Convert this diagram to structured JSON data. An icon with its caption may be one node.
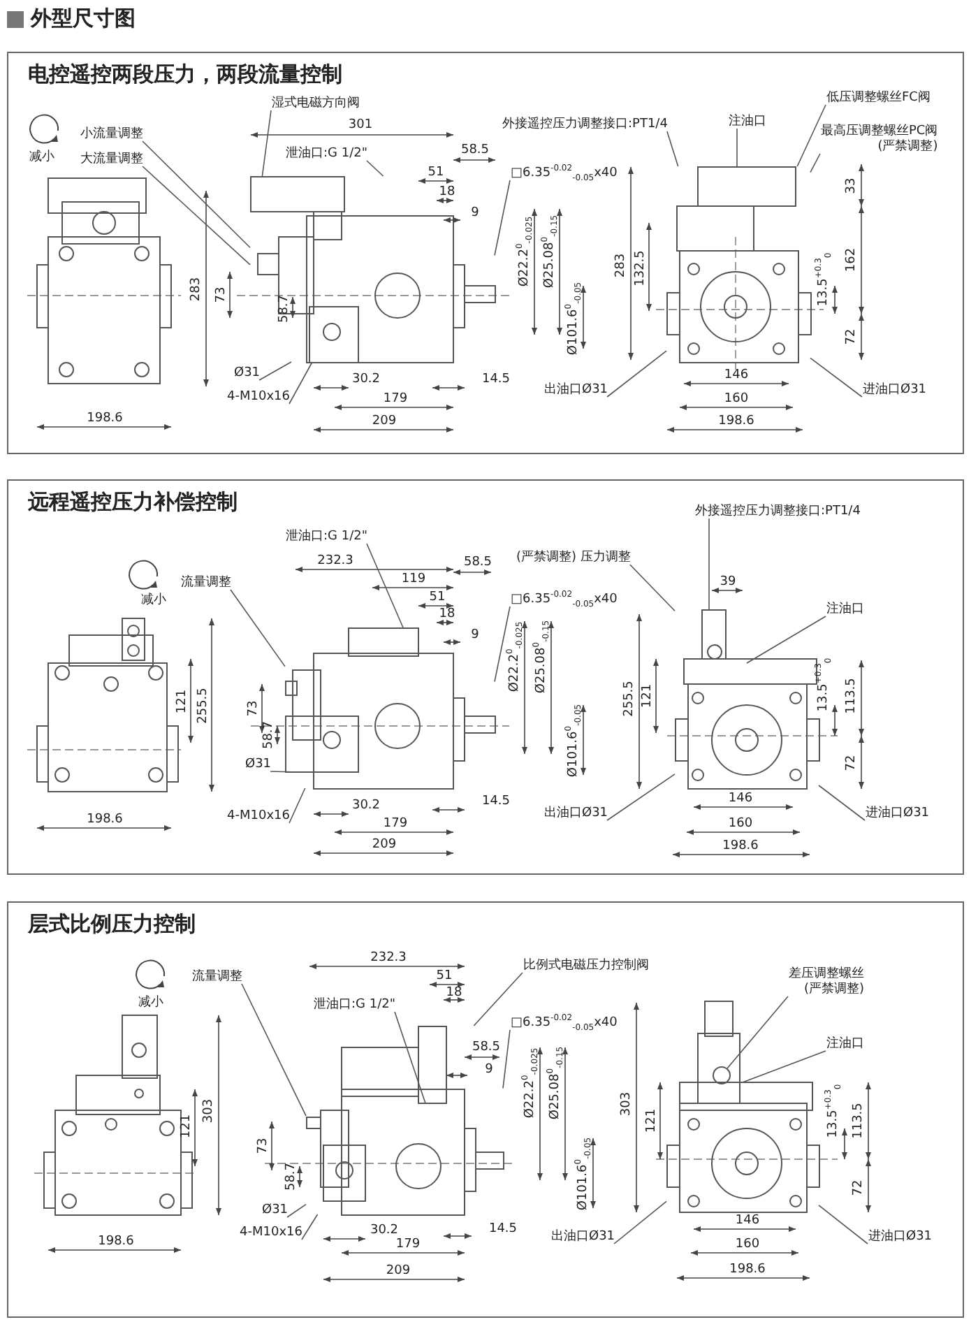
{
  "diagram": {
    "title": "外型尺寸图",
    "nodes": [
      {
        "text": [
          "电控遥控两段压力，两段流量控制"
        ]
      },
      {
        "text": [
          "小流量调整"
        ],
        "in": 0
      },
      {
        "text": [
          "大流量调整"
        ],
        "in": 0
      },
      {
        "text": [
          "湿式电磁方向阀"
        ],
        "in": 0
      },
      {
        "text": [
          "泄油口:G 1/2\""
        ],
        "in": 0
      },
      {
        "text": [
          "Ø31"
        ],
        "in": 0
      },
      {
        "text": [
          "4-M10x16"
        ],
        "in": 0
      },
      {
        "text": [
          "□6.35$^{-0.02}$$_{-0.05}$x40"
        ],
        "in": 0
      },
      {
        "text": [
          "外接遥控压力调整接口:PT1/4"
        ],
        "in": 0
      },
      {
        "text": [
          "注油口"
        ],
        "in": 0
      },
      {
        "text": [
          "低压调整螺丝FC阀"
        ],
        "in": 0
      },
      {
        "text": [
          "最高压调整螺丝PC阀",
          "(严禁调整)"
        ],
        "in": 0
      },
      {
        "text": [
          "出油口Ø31"
        ],
        "in": 0
      },
      {
        "text": [
          "进油口Ø31"
        ],
        "in": 0
      },
      {
        "text": [
          "远程遥控压力补偿控制"
        ]
      },
      {
        "text": [
          "流量调整"
        ],
        "in": 14
      },
      {
        "text": [
          "泄油口:G 1/2\""
        ],
        "in": 14
      },
      {
        "text": [
          "Ø31"
        ],
        "in": 14
      },
      {
        "text": [
          "4-M10x16"
        ],
        "in": 14
      },
      {
        "text": [
          "□6.35$^{-0.02}$$_{-0.05}$x40"
        ],
        "in": 14
      },
      {
        "text": [
          "(严禁调整) 压力调整"
        ],
        "in": 14
      },
      {
        "text": [
          "外接遥控压力调整接口:PT1/4"
        ],
        "in": 14
      },
      {
        "text": [
          "注油口"
        ],
        "in": 14
      },
      {
        "text": [
          "出油口Ø31"
        ],
        "in": 14
      },
      {
        "text": [
          "进油口Ø31"
        ],
        "in": 14
      },
      {
        "text": [
          "层式比例压力控制"
        ]
      },
      {
        "text": [
          "流量调整"
        ],
        "in": 25
      },
      {
        "text": [
          "泄油口:G 1/2\""
        ],
        "in": 25
      },
      {
        "text": [
          "比例式电磁压力控制阀"
        ],
        "in": 25
      },
      {
        "text": [
          "Ø31"
        ],
        "in": 25
      },
      {
        "text": [
          "4-M10x16"
        ],
        "in": 25
      },
      {
        "text": [
          "□6.35$^{-0.02}$$_{-0.05}$x40"
        ],
        "in": 25
      },
      {
        "text": [
          "差压调整螺丝",
          "(严禁调整)"
        ],
        "in": 25
      },
      {
        "text": [
          "注油口"
        ],
        "in": 25
      },
      {
        "text": [
          "出油口Ø31"
        ],
        "in": 25
      },
      {
        "text": [
          "进油口Ø31"
        ],
        "in": 25
      },
      {
        "text": [],
        "shape": "picture",
        "in": 0
      },
      {
        "text": [],
        "shape": "picture",
        "in": 0
      },
      {
        "text": [],
        "shape": "picture",
        "in": 0
      },
      {
        "text": [],
        "shape": "picture",
        "in": 14
      },
      {
        "text": [],
        "shape": "picture",
        "in": 14
      },
      {
        "text": [],
        "shape": "picture",
        "in": 14
      },
      {
        "text": [],
        "shape": "picture",
        "in": 25
      },
      {
        "text": [],
        "shape": "picture",
        "in": 25
      },
      {
        "text": [],
        "shape": "picture",
        "in": 25
      }
    ],
    "edges": [
      {
        "from": 1,
        "to": 37,
        "arrow": "none"
      },
      {
        "from": 2,
        "to": 37,
        "arrow": "none"
      },
      {
        "from": 3,
        "to": 37,
        "arrow": "none"
      },
      {
        "from": 4,
        "to": 37,
        "arrow": "none"
      },
      {
        "from": 5,
        "to": 37,
        "arrow": "none"
      },
      {
        "from": 6,
        "to": 37,
        "arrow": "none"
      },
      {
        "from": 7,
        "to": 37,
        "arrow": "none"
      },
      {
        "from": 8,
        "to": 38,
        "arrow": "none"
      },
      {
        "from": 9,
        "to": 38,
        "arrow": "none"
      },
      {
        "from": 10,
        "to": 38,
        "arrow": "none"
      },
      {
        "from": 11,
        "to": 38,
        "arrow": "none"
      },
      {
        "from": 12,
        "to": 38,
        "arrow": "none"
      },
      {
        "from": 13,
        "to": 38,
        "arrow": "none"
      },
      {
        "from": 15,
        "to": 40,
        "arrow": "none"
      },
      {
        "from": 16,
        "to": 40,
        "arrow": "none"
      },
      {
        "from": 17,
        "to": 40,
        "arrow": "none"
      },
      {
        "from": 18,
        "to": 40,
        "arrow": "none"
      },
      {
        "from": 19,
        "to": 40,
        "arrow": "none"
      },
      {
        "from": 20,
        "to": 41,
        "arrow": "none"
      },
      {
        "from": 21,
        "to": 41,
        "arrow": "none"
      },
      {
        "from": 22,
        "to": 41,
        "arrow": "none"
      },
      {
        "from": 23,
        "to": 41,
        "arrow": "none"
      },
      {
        "from": 24,
        "to": 41,
        "arrow": "none"
      },
      {
        "from": 26,
        "to": 43,
        "arrow": "none"
      },
      {
        "from": 27,
        "to": 43,
        "arrow": "none"
      },
      {
        "from": 28,
        "to": 43,
        "arrow": "none"
      },
      {
        "from": 29,
        "to": 43,
        "arrow": "none"
      },
      {
        "from": 30,
        "to": 43,
        "arrow": "none"
      },
      {
        "from": 31,
        "to": 43,
        "arrow": "none"
      },
      {
        "from": 32,
        "to": 44,
        "arrow": "none"
      },
      {
        "from": 33,
        "to": 44,
        "arrow": "none"
      },
      {
        "from": 34,
        "to": 44,
        "arrow": "none"
      },
      {
        "from": 35,
        "to": 44,
        "arrow": "none"
      }
    ],
    "labels": [
      "减小",
      "301",
      "58.5",
      "51",
      "18",
      "9",
      "Ø22.2$^{0}$$_{-0.025}$",
      "Ø25.08$^{0}$$_{-0.15}$",
      "33",
      "283",
      "283",
      "132.5",
      "162",
      "73",
      "13.5$^{+0.3}$$_{0}$",
      "58.7",
      "Ø101.6$^{0}$$_{-0.05}$",
      "72",
      "30.2",
      "14.5",
      "146",
      "179",
      "160",
      "198.6",
      "209",
      "198.6",
      "减小",
      "232.3",
      "58.5",
      "119",
      "39",
      "51",
      "18",
      "255.5",
      "255.5",
      "9",
      "Ø22.2$^{0}$$_{-0.025}$",
      "Ø25.08$^{0}$$_{-0.15}$",
      "121",
      "121",
      "113.5",
      "13.5$^{+0.3}$$_{0}$",
      "73",
      "58.7",
      "Ø101.6$^{0}$$_{-0.05}$",
      "72",
      "30.2",
      "14.5",
      "146",
      "198.6",
      "179",
      "160",
      "209",
      "198.6",
      "232.3",
      "减小",
      "51",
      "18",
      "58.5",
      "9",
      "303",
      "303",
      "Ø22.2$^{0}$$_{-0.025}$",
      "Ø25.08$^{0}$$_{-0.15}$",
      "121",
      "121",
      "113.5",
      "13.5$^{+0.3}$$_{0}$",
      "73",
      "58.7",
      "Ø101.6$^{0}$$_{-0.05}$",
      "72",
      "30.2",
      "14.5",
      "146",
      "198.6",
      "179",
      "160",
      "209",
      "198.6"
    ]
  }
}
